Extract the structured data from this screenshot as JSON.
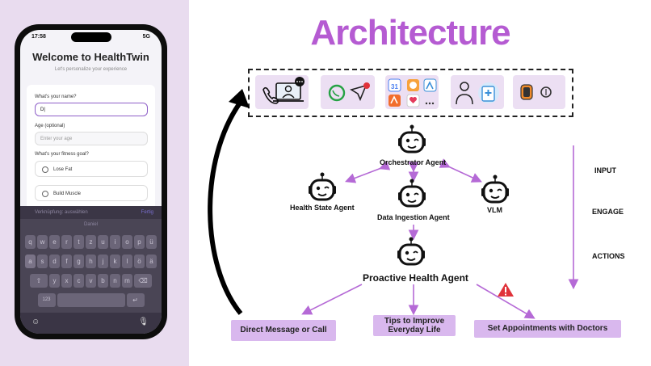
{
  "phone": {
    "status_time": "17:58",
    "status_net": "5G",
    "title": "Welcome to HealthTwin",
    "subtitle": "Let's personalize your experience",
    "name_label": "What's your name?",
    "name_value": "D|",
    "age_label": "Age (optional)",
    "age_placeholder": "Enter your age",
    "goal_label": "What's your fitness goal?",
    "goal_option_1": "Lose Fat",
    "goal_option_2": "Build Muscle",
    "keyboard_toolbar_left": "Verknüpfung: auswählen",
    "keyboard_toolbar_right": "Fertig",
    "keyboard_suggestion": "Daniel",
    "row1": [
      "q",
      "w",
      "e",
      "r",
      "t",
      "z",
      "u",
      "i",
      "o",
      "p",
      "ü"
    ],
    "row2": [
      "a",
      "s",
      "d",
      "f",
      "g",
      "h",
      "j",
      "k",
      "l",
      "ö",
      "ä"
    ],
    "row3": [
      "y",
      "x",
      "c",
      "v",
      "b",
      "n",
      "m"
    ],
    "key_numbers": "123"
  },
  "diagram": {
    "title": "Architecture",
    "nodes": {
      "orchestrator": "Orchestrator Agent",
      "health_state": "Health State Agent",
      "data_ingestion": "Data Ingestion Agent",
      "vlm": "VLM",
      "proactive": "Proactive Health Agent"
    },
    "outputs": {
      "direct_message": "Direct Message or Call",
      "tips": "Tips to Improve Everyday Life",
      "appointments": "Set Appointments with Doctors"
    },
    "flow_labels": {
      "input": "INPUT",
      "engage": "ENGAGE",
      "actions": "ACTIONS"
    },
    "sources": [
      "phone-call-icon",
      "messaging-icon",
      "health-apps-icon",
      "doctor-records-icon",
      "wearables-icon"
    ],
    "colors": {
      "title": "#b55bd2",
      "arrow": "#b56ad6",
      "pill": "#d9b8ee",
      "panel": "#e9dcef",
      "warning": "#e0323a"
    }
  }
}
